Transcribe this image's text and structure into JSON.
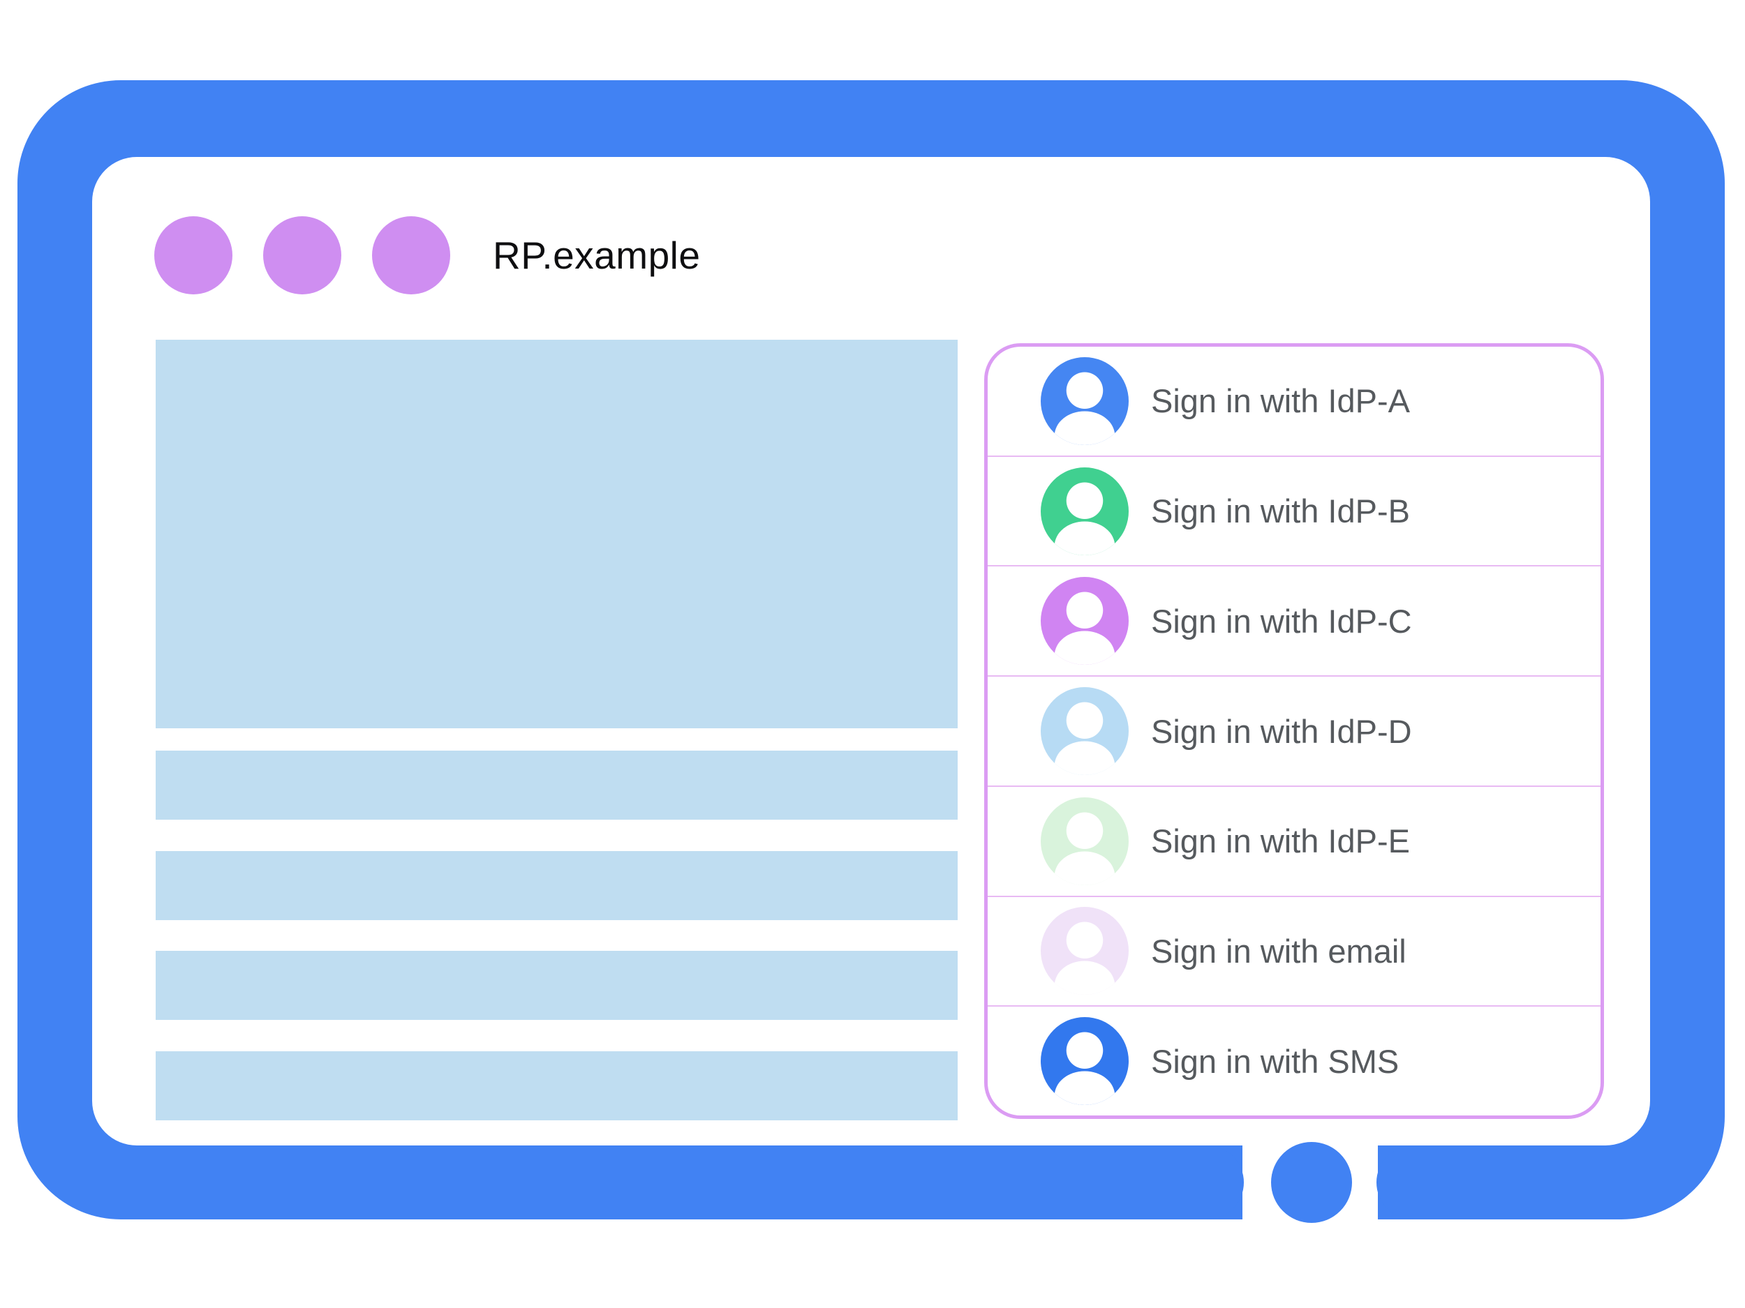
{
  "browser_window": {
    "url_label": "RP.example",
    "window_controls_count": 3
  },
  "page_placeholders": {
    "hero_block_count": 1,
    "text_bar_count": 4
  },
  "account_chooser": {
    "options": [
      {
        "id": "idp-a",
        "label": "Sign in with IdP-A",
        "avatar_color": "#4586f2"
      },
      {
        "id": "idp-b",
        "label": "Sign in with IdP-B",
        "avatar_color": "#40d090"
      },
      {
        "id": "idp-c",
        "label": "Sign in with IdP-C",
        "avatar_color": "#d084f2"
      },
      {
        "id": "idp-d",
        "label": "Sign in with IdP-D",
        "avatar_color": "#b7dbf4"
      },
      {
        "id": "idp-e",
        "label": "Sign in with IdP-E",
        "avatar_color": "#d9f3dc"
      },
      {
        "id": "email",
        "label": "Sign in with email",
        "avatar_color": "#f0e2f8"
      },
      {
        "id": "sms",
        "label": "Sign in with SMS",
        "avatar_color": "#3278ee"
      }
    ]
  },
  "colors": {
    "frame_blue": "#4182f3",
    "window_dot": "#cf8ef1",
    "placeholder_blue": "#bfddf1",
    "panel_border": "#db9cf3",
    "panel_divider": "#e8baf3",
    "label_gray": "#565a5e"
  }
}
